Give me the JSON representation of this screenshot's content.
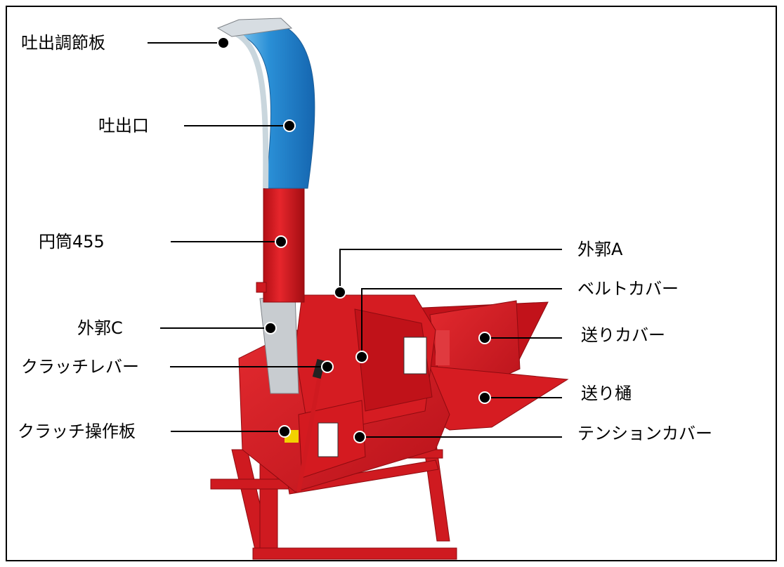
{
  "labels": {
    "discharge_plate": "吐出調節板",
    "discharge_port": "吐出口",
    "cylinder": "円筒455",
    "casing_a": "外郭A",
    "belt_cover": "ベルトカバー",
    "casing_c": "外郭C",
    "feed_cover": "送りカバー",
    "clutch_lever": "クラッチレバー",
    "feed_trough": "送り樋",
    "clutch_plate": "クラッチ操作板",
    "tension_cover": "テンションカバー"
  },
  "colors": {
    "machine_red": "#d8141c",
    "machine_dark_red": "#a30d12",
    "chute_blue": "#2a8fd6",
    "chute_light_blue": "#8fd0f2",
    "steel": "#c8ccd0",
    "leader": "#000000"
  }
}
